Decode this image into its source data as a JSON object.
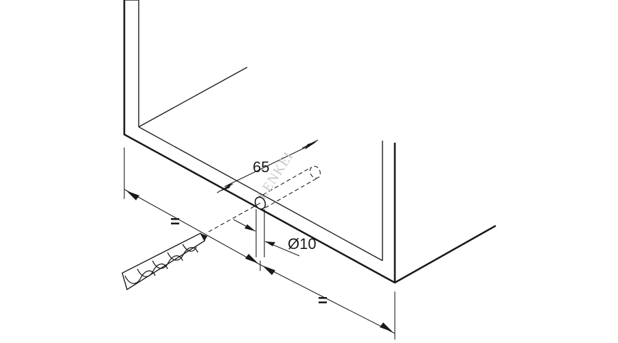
{
  "dimensions": {
    "depth": "65",
    "diameter": "Ø10",
    "equal_left": "=",
    "equal_right": "="
  },
  "watermark": "LENKEI",
  "colors": {
    "line": "#1a1a1a",
    "watermark": "#c9c9c9",
    "background": "#ffffff"
  }
}
